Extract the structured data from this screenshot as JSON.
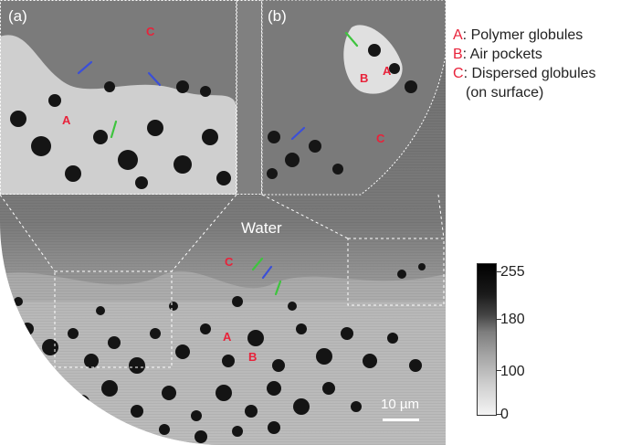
{
  "panels": {
    "a_label": "(a)",
    "b_label": "(b)",
    "water_label": "Water",
    "scale_bar_label": "10 µm"
  },
  "markers": {
    "a_panel": {
      "A": "A",
      "C": "C"
    },
    "b_panel": {
      "A": "A",
      "B": "B",
      "C": "C"
    },
    "main": {
      "A": "A",
      "B": "B",
      "C": "C"
    }
  },
  "legend": {
    "items": [
      {
        "key": "A",
        "text": ": Polymer globules"
      },
      {
        "key": "B",
        "text": ": Air pockets"
      },
      {
        "key": "C",
        "text": ": Dispersed globules"
      }
    ],
    "sub_text": "(on surface)"
  },
  "colorbar": {
    "ticks": [
      "255",
      "180",
      "100",
      "0"
    ],
    "min": 0,
    "max": 255
  },
  "colors": {
    "marker_red": "#e8223a",
    "arrow_blue": "#3b4fd8",
    "arrow_green": "#3ec43e",
    "background_gray": "#777777"
  }
}
